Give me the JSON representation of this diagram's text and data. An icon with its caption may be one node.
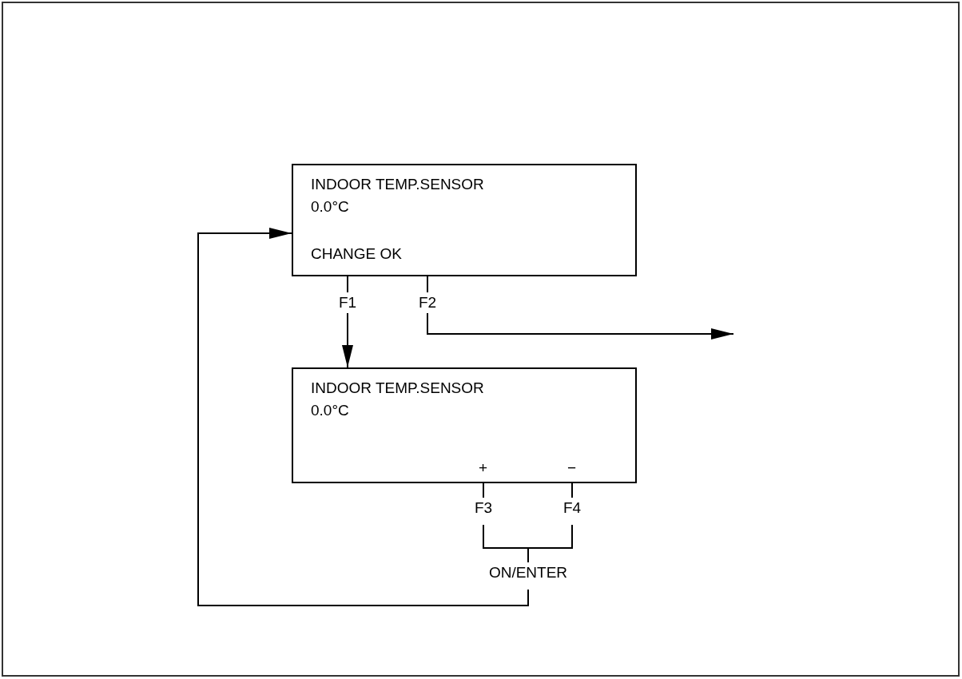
{
  "diagram": {
    "nodes": [
      {
        "text": [
          "INDOOR TEMP.SENSOR",
          "0.0°C",
          "CHANGE OK"
        ]
      },
      {
        "text": [
          "INDOOR TEMP.SENSOR",
          "0.0°C",
          "+",
          "−"
        ]
      },
      {
        "text": [
          "F1"
        ]
      },
      {
        "text": [
          "F2"
        ]
      },
      {
        "text": [
          "F3"
        ]
      },
      {
        "text": [
          "F4"
        ]
      },
      {
        "text": [
          "ON/ENTER"
        ]
      }
    ],
    "edges": [
      {
        "from": 0,
        "to": 2,
        "arrow": "none"
      },
      {
        "from": 2,
        "to": 1,
        "arrow": "to"
      },
      {
        "from": 0,
        "to": 3,
        "arrow": "none"
      },
      {
        "from": 3,
        "to": null,
        "arrow": "to"
      },
      {
        "from": 1,
        "to": 4,
        "arrow": "none"
      },
      {
        "from": 1,
        "to": 5,
        "arrow": "none"
      },
      {
        "from": 4,
        "to": 6,
        "arrow": "none"
      },
      {
        "from": 5,
        "to": 6,
        "arrow": "none"
      },
      {
        "from": 6,
        "to": 0,
        "arrow": "to"
      }
    ]
  }
}
